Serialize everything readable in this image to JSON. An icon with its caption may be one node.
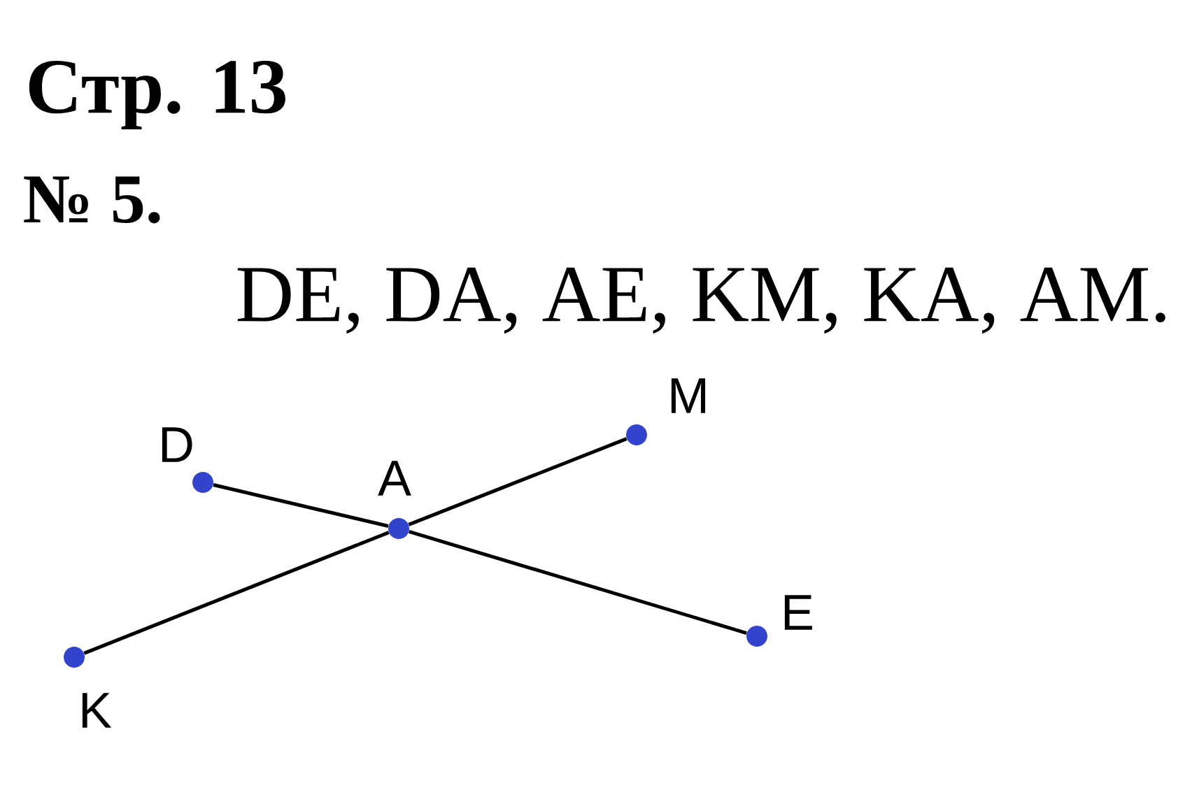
{
  "diagram": {
    "title": "Стр. 13",
    "nodes": [
      {
        "text": [],
        "shape": "circle",
        "beside": [
          "D"
        ]
      },
      {
        "text": [],
        "shape": "circle",
        "beside": [
          "A"
        ]
      },
      {
        "text": [],
        "shape": "circle",
        "beside": [
          "M"
        ]
      },
      {
        "text": [],
        "shape": "circle",
        "beside": [
          "K"
        ]
      },
      {
        "text": [],
        "shape": "circle",
        "beside": [
          "E"
        ]
      }
    ],
    "edges": [
      {
        "from": 0,
        "to": 1,
        "arrow": "none"
      },
      {
        "from": 1,
        "to": 4,
        "arrow": "none"
      },
      {
        "from": 3,
        "to": 1,
        "arrow": "none"
      },
      {
        "from": 1,
        "to": 2,
        "arrow": "none"
      }
    ],
    "labels": [
      "№ 5.",
      "DE, DA, AE, KM, KA, AM."
    ]
  }
}
